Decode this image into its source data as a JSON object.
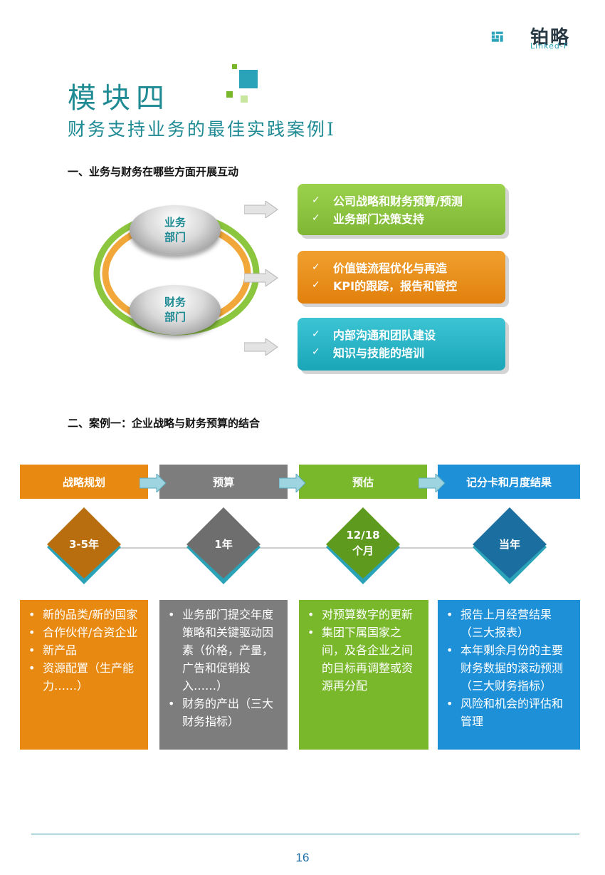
{
  "logo": {
    "name": "铂略",
    "sub": "Linked-F"
  },
  "module": {
    "title": "模块四",
    "subtitle": "财务支持业务的最佳实践案例Ⅰ"
  },
  "section1": {
    "heading": "一、业务与财务在哪些方面开展互动",
    "ellipse_top": [
      "业务",
      "部门"
    ],
    "ellipse_bottom": [
      "财务",
      "部门"
    ],
    "boxes": [
      {
        "items": [
          "公司战略和财务预算/预测",
          "业务部门决策支持"
        ],
        "color": "#8cc63f"
      },
      {
        "items": [
          "价值链流程优化与再造",
          "KPI的跟踪，报告和管控"
        ],
        "color": "#e88a12"
      },
      {
        "items": [
          "内部沟通和团队建设",
          "知识与技能的培训"
        ],
        "color": "#26b4c6"
      }
    ]
  },
  "section2": {
    "heading": "二、案例一：企业战略与财务预算的结合",
    "phases": [
      {
        "label": "战略规划",
        "period": "3-5年",
        "color": "#e88a12",
        "details": [
          "新的品类/新的国家",
          "合作伙伴/合资企业",
          "新产品",
          "资源配置（生产能力……）"
        ]
      },
      {
        "label": "预算",
        "period": "1年",
        "color": "#7d7d7d",
        "details": [
          "业务部门提交年度策略和关键驱动因素（价格，产量，广告和促销投入……）",
          "财务的产出（三大财务指标）"
        ]
      },
      {
        "label": "预估",
        "period": "12/18个月",
        "period_lines": [
          "12/18",
          "个月"
        ],
        "color": "#78b82a",
        "details": [
          "对预算数字的更新",
          "集团下属国家之间，及各企业之间的目标再调整或资源再分配"
        ]
      },
      {
        "label": "记分卡和月度结果",
        "period": "当年",
        "color": "#1e90d8",
        "details": [
          "报告上月经营结果（三大报表）",
          "本年剩余月份的主要财务数据的滚动预测（三大财务指标）",
          "风险和机会的评估和管理"
        ]
      }
    ]
  },
  "page": {
    "number": "16"
  }
}
